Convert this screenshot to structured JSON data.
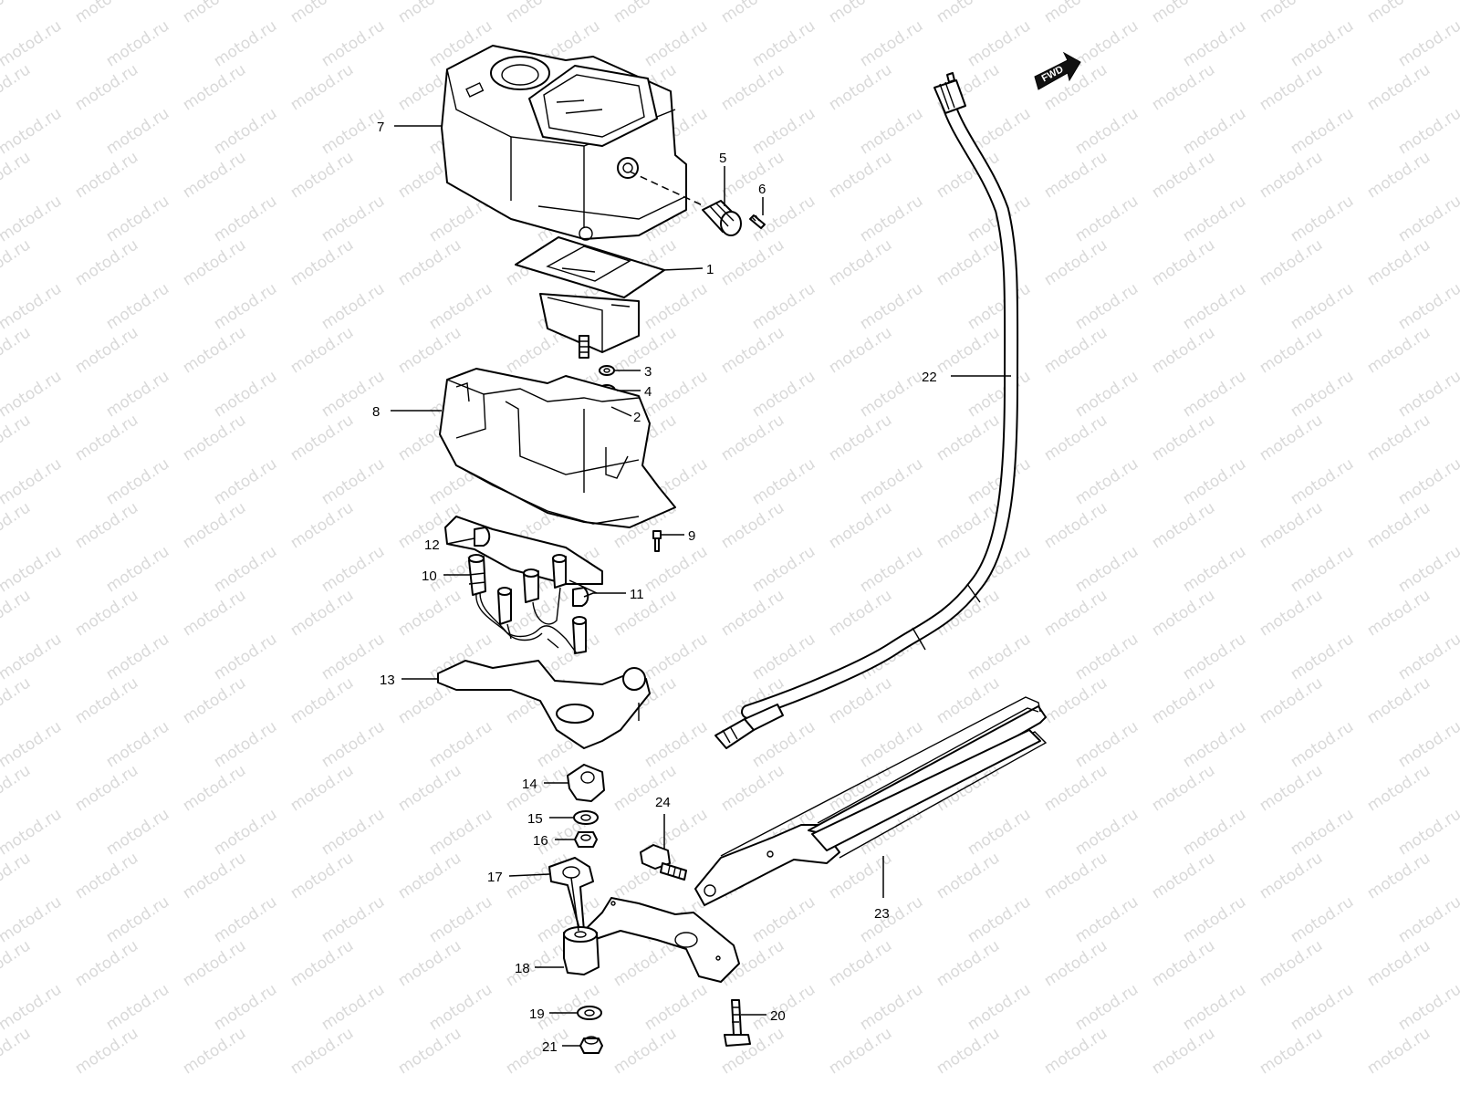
{
  "watermark": "motod.ru",
  "direction_badge": "FWD",
  "callouts": {
    "c1": "1",
    "c2": "2",
    "c3": "3",
    "c4": "4",
    "c5": "5",
    "c6": "6",
    "c7": "7",
    "c8": "8",
    "c9": "9",
    "c10": "10",
    "c11": "11",
    "c12": "12",
    "c13": "13",
    "c14": "14",
    "c15": "15",
    "c16": "16",
    "c17": "17",
    "c18": "18",
    "c19": "19",
    "c20": "20",
    "c21": "21",
    "c22": "22",
    "c23": "23",
    "c24": "24"
  }
}
